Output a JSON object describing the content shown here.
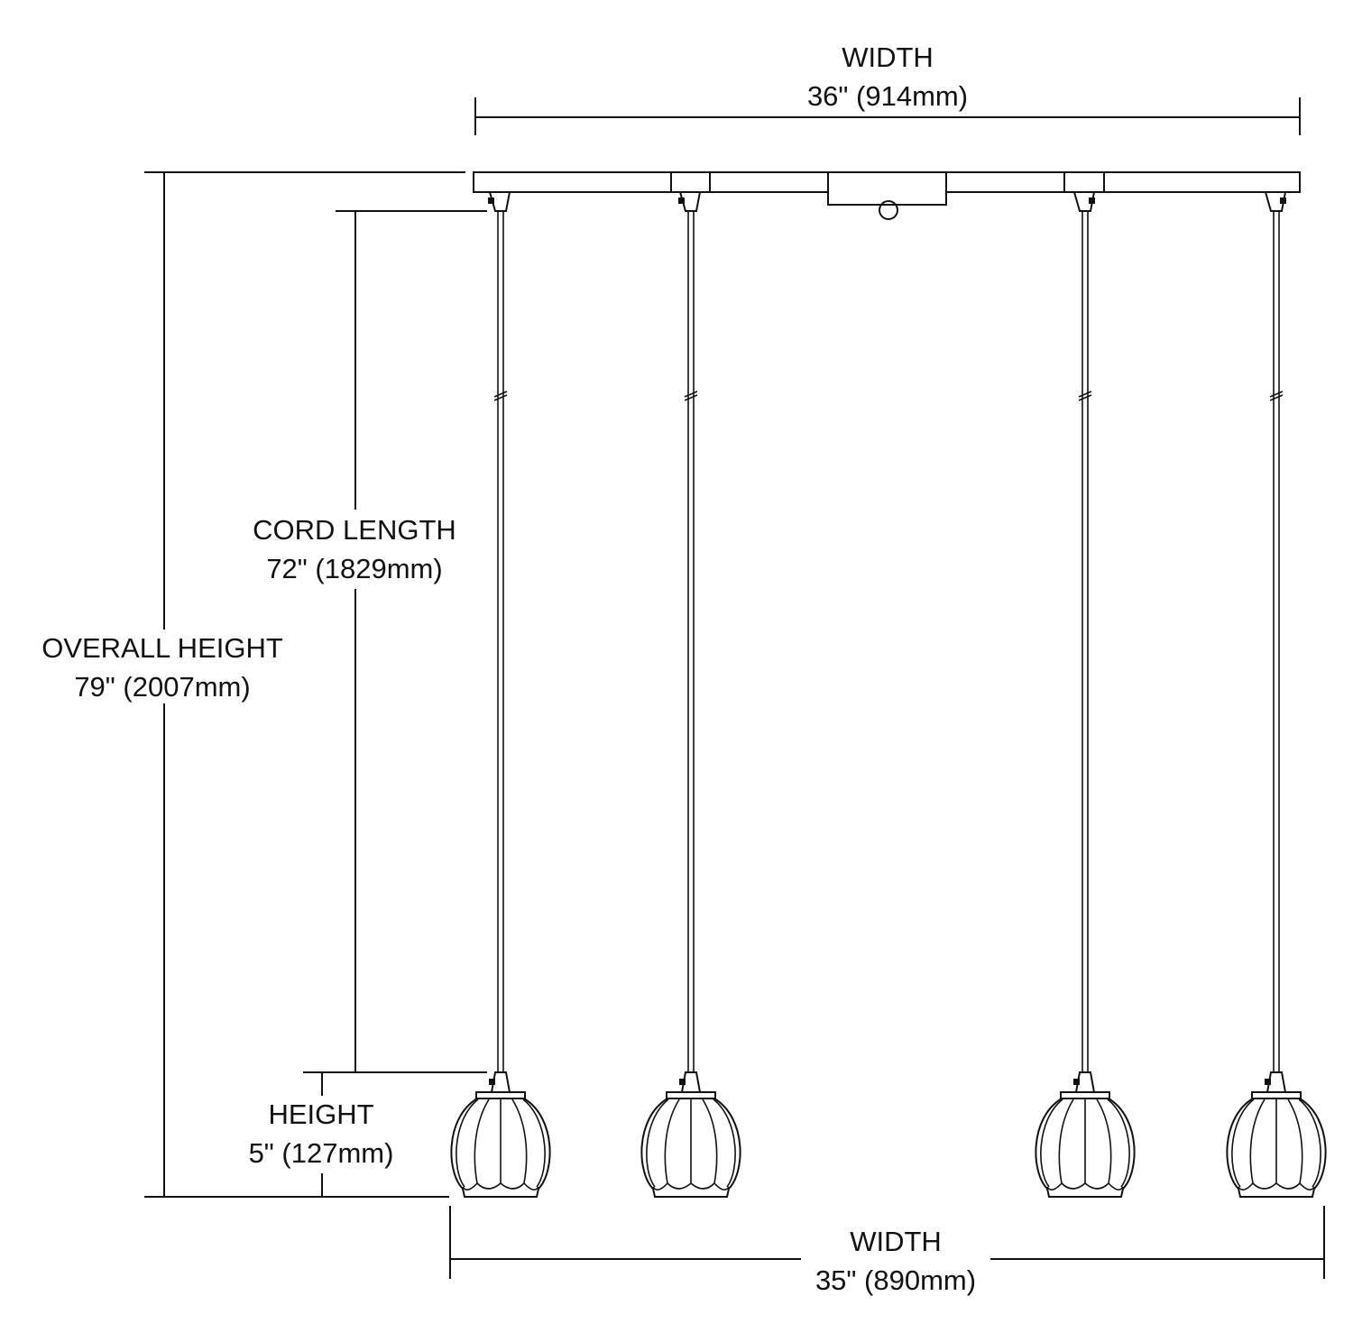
{
  "diagram": {
    "title": "Linear pendant dimension drawing",
    "colors": {
      "line": "#111111",
      "background": "#ffffff"
    },
    "dimensions": {
      "top_width": {
        "label": "WIDTH",
        "value": "36\" (914mm)"
      },
      "overall_height": {
        "label": "OVERALL HEIGHT",
        "value": "79\" (2007mm)"
      },
      "cord_length": {
        "label": "CORD LENGTH",
        "value": "72\" (1829mm)"
      },
      "shade_height": {
        "label": "HEIGHT",
        "value": "5\" (127mm)"
      },
      "bottom_width": {
        "label": "WIDTH",
        "value": "35\" (890mm)"
      }
    },
    "pendant_count": 4
  }
}
